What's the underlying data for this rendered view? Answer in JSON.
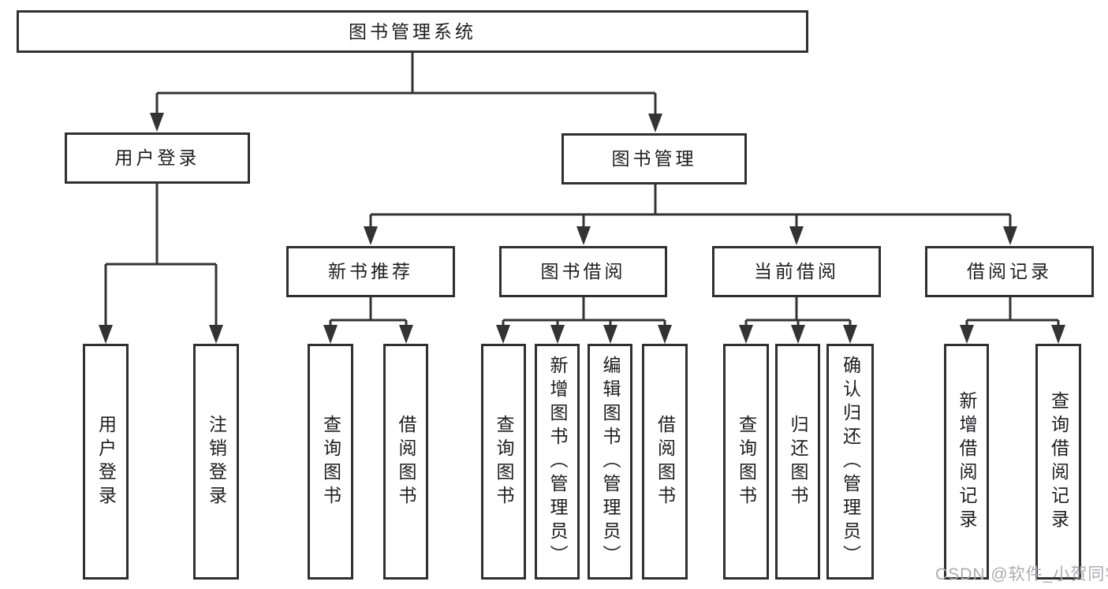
{
  "diagram_type": "hierarchy-flowchart",
  "tree": {
    "label": "图书管理系统",
    "children": [
      {
        "label": "用户登录",
        "children": [
          {
            "label": "用户登录"
          },
          {
            "label": "注销登录"
          }
        ]
      },
      {
        "label": "图书管理",
        "children": [
          {
            "label": "新书推荐",
            "children": [
              {
                "label": "查询图书"
              },
              {
                "label": "借阅图书"
              }
            ]
          },
          {
            "label": "图书借阅",
            "children": [
              {
                "label": "查询图书"
              },
              {
                "label": "新增图书（管理员）"
              },
              {
                "label": "编辑图书（管理员）"
              },
              {
                "label": "借阅图书"
              }
            ]
          },
          {
            "label": "当前借阅",
            "children": [
              {
                "label": "查询图书"
              },
              {
                "label": "归还图书"
              },
              {
                "label": "确认归还（管理员）"
              }
            ]
          },
          {
            "label": "借阅记录",
            "children": [
              {
                "label": "新增借阅记录"
              },
              {
                "label": "查询借阅记录"
              }
            ]
          }
        ]
      }
    ]
  },
  "watermark": "CSDN @软件_小贺同学",
  "colors": {
    "line": "#333333",
    "box_border": "#303030",
    "text": "#1d1d1f",
    "watermark": "#a8a8ac",
    "background": "#ffffff"
  }
}
